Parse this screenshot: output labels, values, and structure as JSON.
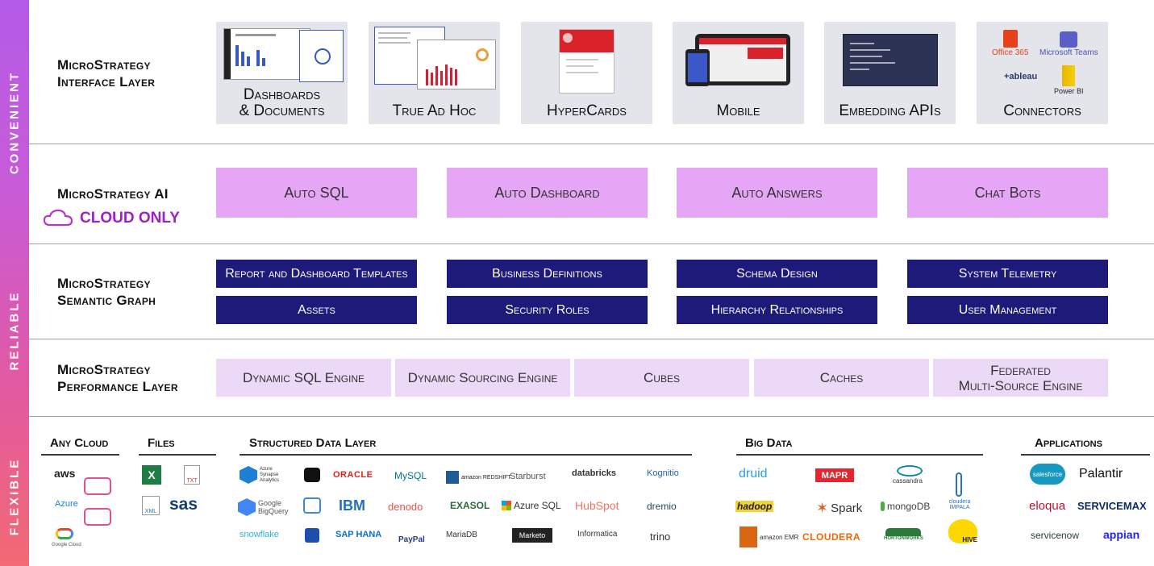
{
  "sidebar": {
    "convenient": "CONVENIENT",
    "reliable": "RELIABLE",
    "flexible": "FLEXIBLE"
  },
  "interface_layer": {
    "title_line1": "MicroStrategy",
    "title_line2": "Interface Layer",
    "tiles": [
      {
        "line1": "Dashboards",
        "line2": "& Documents"
      },
      {
        "line1": "True Ad Hoc",
        "line2": ""
      },
      {
        "line1": "HyperCards",
        "line2": ""
      },
      {
        "line1": "Mobile",
        "line2": ""
      },
      {
        "line1": "Embedding APIs",
        "line2": ""
      },
      {
        "line1": "Connectors",
        "line2": ""
      }
    ],
    "connector_apps": {
      "office": "Office 365",
      "teams": "Microsoft Teams",
      "tableau": "+ableau",
      "powerbi": "Power BI"
    }
  },
  "ai_layer": {
    "title": "MicroStrategy AI",
    "cloud_only": "CLOUD ONLY",
    "boxes": [
      "Auto SQL",
      "Auto Dashboard",
      "Auto Answers",
      "Chat Bots"
    ]
  },
  "semantic_layer": {
    "title_line1": "MicroStrategy",
    "title_line2": "Semantic Graph",
    "row1": [
      "Report and Dashboard Templates",
      "Business Definitions",
      "Schema Design",
      "System Telemetry"
    ],
    "row2": [
      "Assets",
      "Security Roles",
      "Hierarchy Relationships",
      "User Management"
    ]
  },
  "performance_layer": {
    "title_line1": "MicroStrategy",
    "title_line2": "Performance Layer",
    "boxes": [
      {
        "line1": "Dynamic SQL Engine",
        "line2": ""
      },
      {
        "line1": "Dynamic Sourcing Engine",
        "line2": ""
      },
      {
        "line1": "Cubes",
        "line2": ""
      },
      {
        "line1": "Caches",
        "line2": ""
      },
      {
        "line1": "Federated",
        "line2": "Multi-Source Engine"
      }
    ]
  },
  "data_layer": {
    "any_cloud": {
      "heading": "Any Cloud",
      "logos": [
        "aws",
        "Azure",
        "Google Cloud"
      ]
    },
    "files": {
      "heading": "Files",
      "logos": [
        "TXT",
        "XML",
        "sas"
      ]
    },
    "structured": {
      "heading": "Structured Data Layer",
      "logos": [
        "Azure Synapse Analytics",
        "ORACLE",
        "MySQL",
        "amazon REDSHIFT",
        "Starburst",
        "databricks",
        "Kognitio",
        "Google BigQuery",
        "IBM",
        "denodo",
        "EXASOL",
        "Azure SQL",
        "HubSpot",
        "dremio",
        "snowflake",
        "SAP HANA",
        "PayPal",
        "MariaDB",
        "Marketo",
        "Informatica",
        "trino"
      ]
    },
    "big_data": {
      "heading": "Big Data",
      "logos": [
        "druid",
        "MAPR",
        "cassandra",
        "cloudera IMPALA",
        "hadoop",
        "Spark",
        "mongoDB",
        "amazon EMR",
        "CLOUDERA",
        "HORTONWORKS",
        "HIVE"
      ]
    },
    "applications": {
      "heading": "Applications",
      "logos": [
        "salesforce",
        "Palantir",
        "eloqua",
        "SERVICEMAX",
        "servicenow",
        "appian"
      ]
    }
  },
  "colors": {
    "ai_box": "#e5a6f6",
    "semantic_box": "#1e1a7a",
    "performance_box": "#ecd8f7",
    "tile_bg": "#e3e5ea",
    "cloud_only": "#a020c8"
  }
}
